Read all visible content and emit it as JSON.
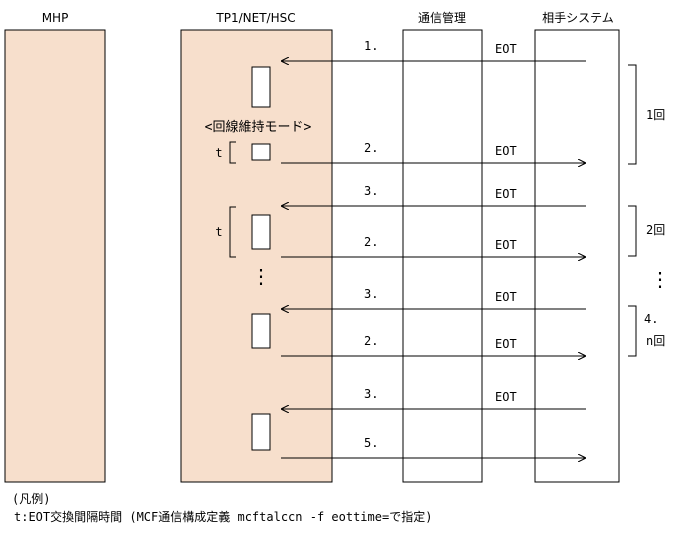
{
  "headers": {
    "mhp": "MHP",
    "tp": "TP1/NET/HSC",
    "comm": "通信管理",
    "partner": "相手システム"
  },
  "colors": {
    "box_fill": "#f7dfcc",
    "line": "#000000",
    "background": "#ffffff"
  },
  "messages": [
    {
      "num": "1.",
      "label": "EOT",
      "direction": "to-tp"
    },
    {
      "num": "2.",
      "label": "EOT",
      "direction": "to-partner"
    },
    {
      "num": "3.",
      "label": "EOT",
      "direction": "to-tp"
    },
    {
      "num": "2.",
      "label": "EOT",
      "direction": "to-partner"
    },
    {
      "num": "3.",
      "label": "EOT",
      "direction": "to-tp"
    },
    {
      "num": "2.",
      "label": "EOT",
      "direction": "to-partner"
    },
    {
      "num": "3.",
      "label": "EOT",
      "direction": "to-tp"
    },
    {
      "num": "5.",
      "label": "",
      "direction": "to-partner"
    }
  ],
  "mode_label": "<回線維持モード>",
  "t_label": "t",
  "cycles": {
    "first": "1回",
    "second": "2回",
    "nth_num": "4.",
    "nth": "n回",
    "ellipsis": "⋮"
  },
  "legend": {
    "title": "(凡例)",
    "line": "t:EOT交換間隔時間 (MCF通信構成定義 mcftalccn -f eottime=で指定)"
  }
}
